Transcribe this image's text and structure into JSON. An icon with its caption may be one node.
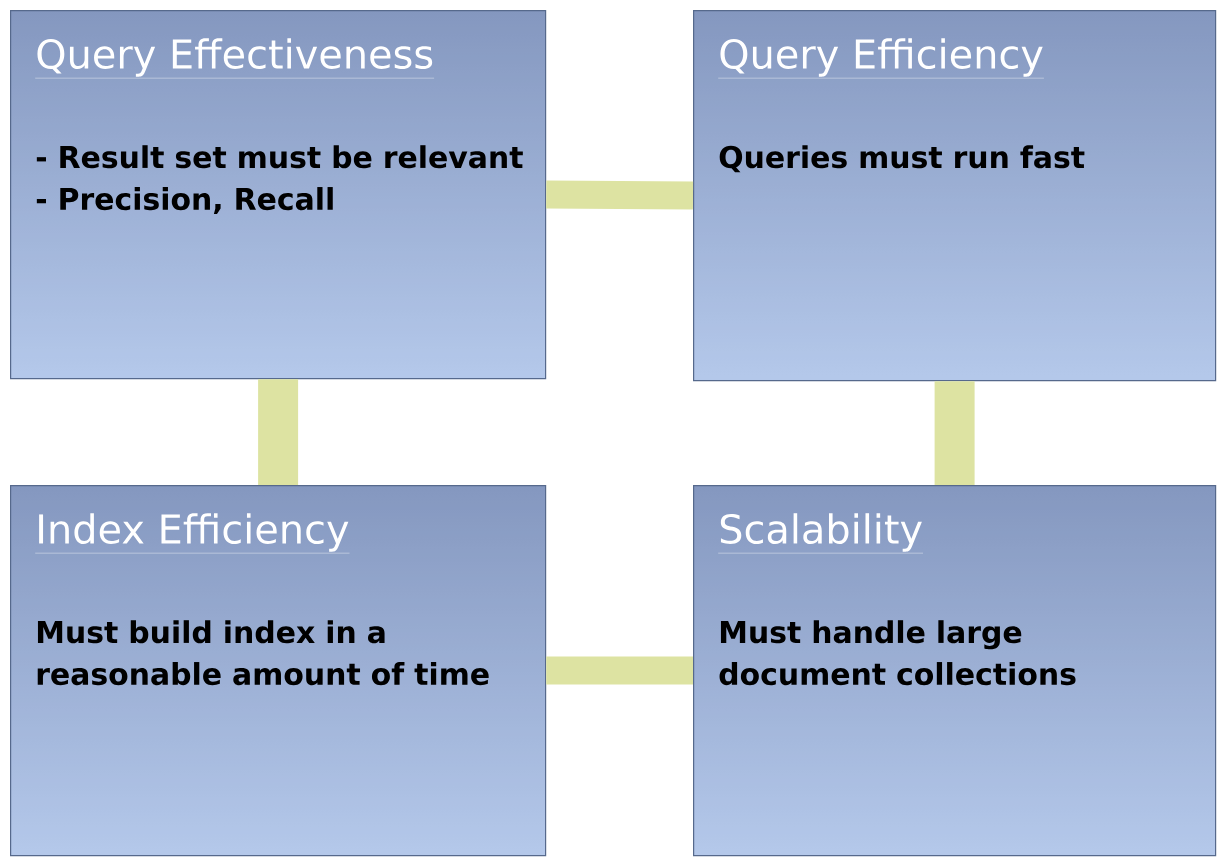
{
  "diagram": {
    "nodes": [
      {
        "text": [
          "Query Effectiveness",
          "- Result set must be relevant",
          "- Precision, Recall"
        ]
      },
      {
        "text": [
          "Query Efficiency",
          "Queries must run fast"
        ]
      },
      {
        "text": [
          "Index Efficiency",
          "Must build index in a reasonable amount of time"
        ]
      },
      {
        "text": [
          "Scalability",
          "Must handle large document collections"
        ]
      }
    ],
    "edges": [
      {
        "from": 0,
        "to": 1,
        "arrow": "none"
      },
      {
        "from": 0,
        "to": 2,
        "arrow": "none"
      },
      {
        "from": 1,
        "to": 3,
        "arrow": "none"
      },
      {
        "from": 2,
        "to": 3,
        "arrow": "none"
      }
    ]
  }
}
